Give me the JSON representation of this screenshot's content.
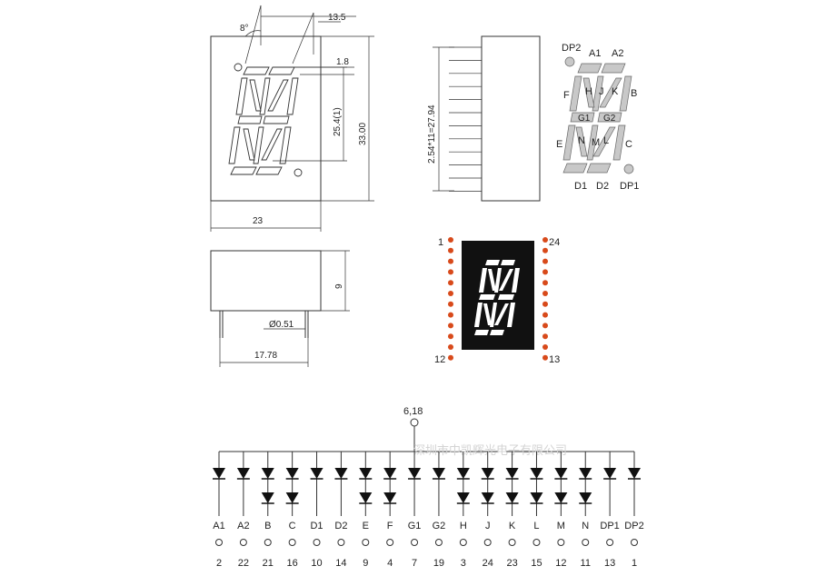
{
  "front_view": {
    "angle": "8°",
    "width_top": "13.5",
    "seg_width": "1.8",
    "char_height": "25.4(1)",
    "height": "33.00",
    "width": "23"
  },
  "side_view": {
    "pitch": "2.54*11=27.94"
  },
  "bottom_view": {
    "height": "9",
    "pin_dia": "Ø0.51",
    "pin_span": "17.78"
  },
  "segment_map": {
    "dp2": "DP2",
    "a1": "A1",
    "a2": "A2",
    "f": "F",
    "h": "H",
    "j": "J",
    "k": "K",
    "b": "B",
    "g1": "G1",
    "g2": "G2",
    "e": "E",
    "n": "N",
    "m": "M",
    "l": "L",
    "c": "C",
    "d1": "D1",
    "d2": "D2",
    "dp1": "DP1"
  },
  "pin_view": {
    "pin1": "1",
    "pin12": "12",
    "pin13": "13",
    "pin24": "24"
  },
  "schematic": {
    "common": "6,18",
    "watermark": "深圳市中凯辉光电子有限公司",
    "columns": [
      {
        "seg": "A1",
        "pin": "2",
        "double": false
      },
      {
        "seg": "A2",
        "pin": "22",
        "double": false
      },
      {
        "seg": "B",
        "pin": "21",
        "double": true
      },
      {
        "seg": "C",
        "pin": "16",
        "double": true
      },
      {
        "seg": "D1",
        "pin": "10",
        "double": false
      },
      {
        "seg": "D2",
        "pin": "14",
        "double": false
      },
      {
        "seg": "E",
        "pin": "9",
        "double": true
      },
      {
        "seg": "F",
        "pin": "4",
        "double": true
      },
      {
        "seg": "G1",
        "pin": "7",
        "double": false
      },
      {
        "seg": "G2",
        "pin": "19",
        "double": false
      },
      {
        "seg": "H",
        "pin": "3",
        "double": true
      },
      {
        "seg": "J",
        "pin": "24",
        "double": true
      },
      {
        "seg": "K",
        "pin": "23",
        "double": true
      },
      {
        "seg": "L",
        "pin": "15",
        "double": true
      },
      {
        "seg": "M",
        "pin": "12",
        "double": true
      },
      {
        "seg": "N",
        "pin": "11",
        "double": true
      },
      {
        "seg": "DP1",
        "pin": "13",
        "double": false
      },
      {
        "seg": "DP2",
        "pin": "1",
        "double": false
      }
    ]
  }
}
